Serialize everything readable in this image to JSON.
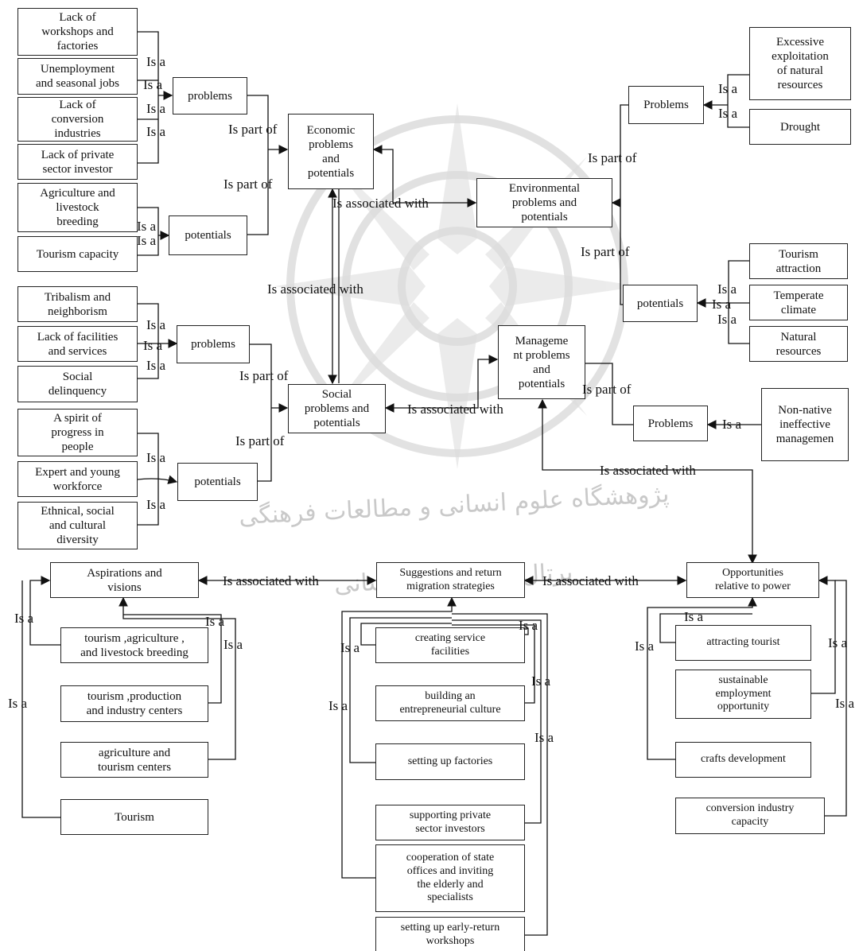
{
  "watermark": {
    "line1": "پژوهشگاه علوم انسانی و مطالعات فرهنگی",
    "line2": "پرتال جامع علوم انسانی"
  },
  "relations": {
    "is_a": "Is a",
    "is_part_of": "Is part of",
    "is_associated_with": "Is associated with"
  },
  "nodes": {
    "lack_workshops": "Lack of\nworkshops and\nfactories",
    "unemployment": "Unemployment\nand seasonal jobs",
    "lack_conversion": "Lack of\nconversion\nindustries",
    "lack_private": "Lack of  private\nsector investor",
    "agri_livestock": "Agriculture and\nlivestock\nbreeding",
    "tourism_capacity": "Tourism capacity",
    "econ_problems": "problems",
    "econ_potentials": "potentials",
    "economic": "Economic\nproblems\nand\npotentials",
    "excessive": "Excessive\nexploitation\nof natural\nresources",
    "drought": "Drought",
    "env_problems": "Problems",
    "environmental": "Environmental\nproblems and\npotentials",
    "tourism_attraction": "Tourism\nattraction",
    "temperate": "Temperate\nclimate",
    "natural_resources": "Natural\nresources",
    "env_potentials": "potentials",
    "tribalism": "Tribalism and\nneighborism",
    "lack_facilities": "Lack of facilities\nand services",
    "social_delinquency": "Social\ndelinquency",
    "soc_problems": "problems",
    "spirit": "A spirit of\nprogress in\npeople",
    "expert": "Expert and young\nworkforce",
    "ethnical": "Ethnical, social\nand cultural\ndiversity",
    "soc_potentials": "potentials",
    "social": "Social\nproblems and\npotentials",
    "management": "Manageme\nnt problems\nand\npotentials",
    "mgmt_problems": "Problems",
    "non_native": "Non-native\nineffective\nmanagemen",
    "aspirations": "Aspirations and\nvisions",
    "asp_1": "tourism ,agriculture ,\nand livestock breeding",
    "asp_2": "tourism ,production\nand industry centers",
    "asp_3": "agriculture and\ntourism centers",
    "asp_4": "Tourism",
    "suggestions": "Suggestions and return\nmigration strategies",
    "sug_1": "creating service\nfacilities",
    "sug_2": "building an\nentrepreneurial culture",
    "sug_3": "setting up factories",
    "sug_4": "supporting private\nsector investors",
    "sug_5": "cooperation of state\noffices and inviting\nthe elderly and\nspecialists",
    "sug_6": "setting up early-return\nworkshops",
    "opportunities": "Opportunities\nrelative to power",
    "opp_1": "attracting tourist",
    "opp_2": "sustainable\nemployment\nopportunity",
    "opp_3": "crafts development",
    "opp_4": "conversion industry\ncapacity"
  },
  "edges": [
    {
      "from": "lack_workshops",
      "to": "econ_problems",
      "rel": "is_a"
    },
    {
      "from": "unemployment",
      "to": "econ_problems",
      "rel": "is_a"
    },
    {
      "from": "lack_conversion",
      "to": "econ_problems",
      "rel": "is_a"
    },
    {
      "from": "lack_private",
      "to": "econ_problems",
      "rel": "is_a"
    },
    {
      "from": "agri_livestock",
      "to": "econ_potentials",
      "rel": "is_a"
    },
    {
      "from": "tourism_capacity",
      "to": "econ_potentials",
      "rel": "is_a"
    },
    {
      "from": "econ_problems",
      "to": "economic",
      "rel": "is_part_of"
    },
    {
      "from": "econ_potentials",
      "to": "economic",
      "rel": "is_part_of"
    },
    {
      "from": "excessive",
      "to": "env_problems",
      "rel": "is_a"
    },
    {
      "from": "drought",
      "to": "env_problems",
      "rel": "is_a"
    },
    {
      "from": "env_problems",
      "to": "environmental",
      "rel": "is_part_of"
    },
    {
      "from": "env_potentials",
      "to": "environmental",
      "rel": "is_part_of"
    },
    {
      "from": "tourism_attraction",
      "to": "env_potentials",
      "rel": "is_a"
    },
    {
      "from": "temperate",
      "to": "env_potentials",
      "rel": "is_a"
    },
    {
      "from": "natural_resources",
      "to": "env_potentials",
      "rel": "is_a"
    },
    {
      "from": "economic",
      "to": "environmental",
      "rel": "is_associated_with"
    },
    {
      "from": "economic",
      "to": "social",
      "rel": "is_associated_with"
    },
    {
      "from": "tribalism",
      "to": "soc_problems",
      "rel": "is_a"
    },
    {
      "from": "lack_facilities",
      "to": "soc_problems",
      "rel": "is_a"
    },
    {
      "from": "social_delinquency",
      "to": "soc_problems",
      "rel": "is_a"
    },
    {
      "from": "spirit",
      "to": "soc_potentials",
      "rel": "is_a"
    },
    {
      "from": "expert",
      "to": "soc_potentials",
      "rel": "is_a"
    },
    {
      "from": "ethnical",
      "to": "soc_potentials",
      "rel": "is_a"
    },
    {
      "from": "soc_problems",
      "to": "social",
      "rel": "is_part_of"
    },
    {
      "from": "soc_potentials",
      "to": "social",
      "rel": "is_part_of"
    },
    {
      "from": "social",
      "to": "management",
      "rel": "is_associated_with"
    },
    {
      "from": "mgmt_problems",
      "to": "management",
      "rel": "is_part_of"
    },
    {
      "from": "non_native",
      "to": "mgmt_problems",
      "rel": "is_a"
    },
    {
      "from": "management",
      "to": "opportunities",
      "rel": "is_associated_with"
    },
    {
      "from": "aspirations",
      "to": "suggestions",
      "rel": "is_associated_with"
    },
    {
      "from": "suggestions",
      "to": "opportunities",
      "rel": "is_associated_with"
    },
    {
      "from": "asp_1",
      "to": "aspirations",
      "rel": "is_a"
    },
    {
      "from": "asp_2",
      "to": "aspirations",
      "rel": "is_a"
    },
    {
      "from": "asp_3",
      "to": "aspirations",
      "rel": "is_a"
    },
    {
      "from": "asp_4",
      "to": "aspirations",
      "rel": "is_a"
    },
    {
      "from": "sug_1",
      "to": "suggestions",
      "rel": "is_a"
    },
    {
      "from": "sug_2",
      "to": "suggestions",
      "rel": "is_a"
    },
    {
      "from": "sug_3",
      "to": "suggestions",
      "rel": "is_a"
    },
    {
      "from": "sug_4",
      "to": "suggestions",
      "rel": "is_a"
    },
    {
      "from": "sug_5",
      "to": "suggestions",
      "rel": "is_a"
    },
    {
      "from": "sug_6",
      "to": "suggestions",
      "rel": "is_a"
    },
    {
      "from": "opp_1",
      "to": "opportunities",
      "rel": "is_a"
    },
    {
      "from": "opp_2",
      "to": "opportunities",
      "rel": "is_a"
    },
    {
      "from": "opp_3",
      "to": "opportunities",
      "rel": "is_a"
    },
    {
      "from": "opp_4",
      "to": "opportunities",
      "rel": "is_a"
    }
  ]
}
